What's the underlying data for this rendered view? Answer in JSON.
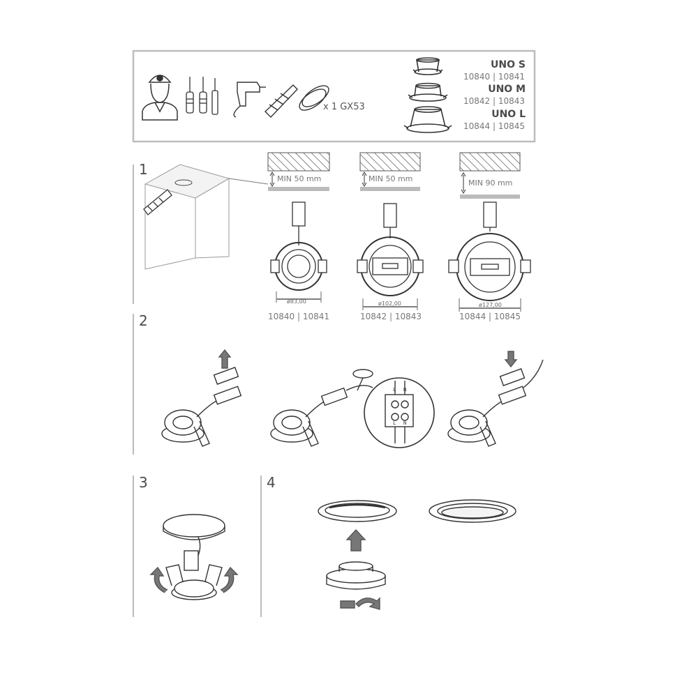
{
  "header": {
    "lamp_label": "x 1 GX53",
    "models": [
      {
        "name": "UNO S",
        "codes": "10840 | 10841"
      },
      {
        "name": "UNO M",
        "codes": "10842 | 10843"
      },
      {
        "name": "UNO L",
        "codes": "10844 | 10845"
      }
    ]
  },
  "steps": {
    "s1": "1",
    "s2": "2",
    "s3": "3",
    "s4": "4"
  },
  "step1": {
    "variants": [
      {
        "min": "MIN 50 mm",
        "diameter": "ø83,00",
        "codes": "10840 | 10841"
      },
      {
        "min": "MIN 50 mm",
        "diameter": "ø102,00",
        "codes": "10842 | 10843"
      },
      {
        "min": "MIN 90 mm",
        "diameter": "ø127,00",
        "codes": "10844 | 10845"
      }
    ]
  },
  "step2": {
    "terminal": {
      "l_top": "L",
      "n_top": "N",
      "l_bottom": "L",
      "n_bottom": "N"
    }
  },
  "icons": {
    "installer": "installer-icon",
    "screwdrivers": "screwdriver-icon",
    "drill": "drill-icon",
    "saw": "saw-icon",
    "lamp": "gx53-lamp-icon"
  }
}
